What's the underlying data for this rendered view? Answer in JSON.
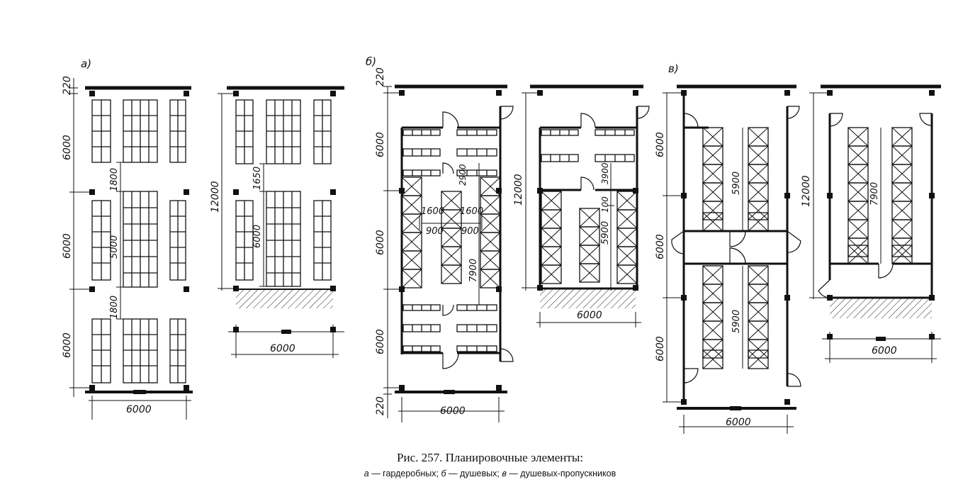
{
  "diagram": {
    "panel_labels": {
      "a": "а)",
      "b": "б)",
      "v": "в)"
    },
    "dims": {
      "d220": "220",
      "d6000": "6000",
      "d12000": "12000",
      "d1800": "1800",
      "d1650": "1650",
      "d5000": "5000",
      "d2900": "2900",
      "d1600": "1600",
      "d900": "900",
      "d7900": "7900",
      "d3900": "3900",
      "d100": "100",
      "d5900": "5900"
    }
  },
  "caption": {
    "title": "Рис. 257. Планировочные элементы:",
    "items": [
      {
        "letter": "а",
        "text": " — гардеробных; "
      },
      {
        "letter": "б",
        "text": " — душевых; "
      },
      {
        "letter": "в",
        "text": " — душевых-пропускников"
      }
    ]
  }
}
